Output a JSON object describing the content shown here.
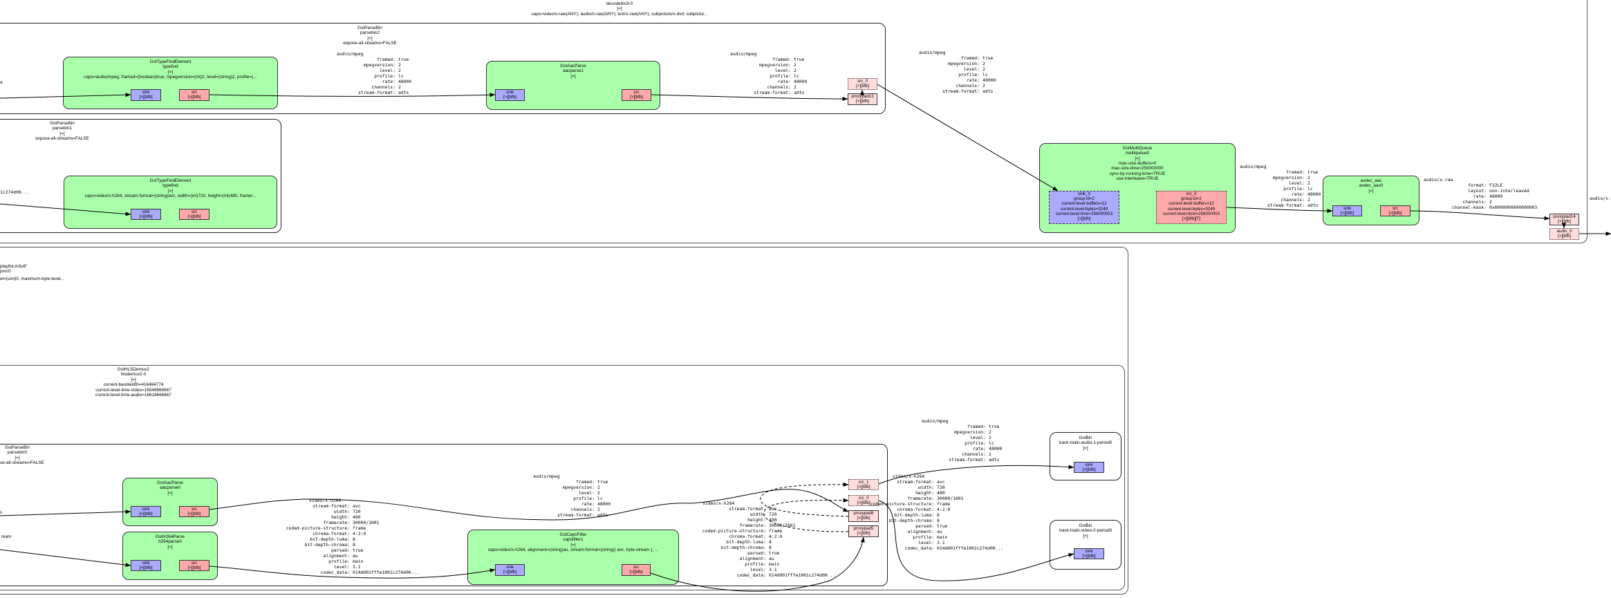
{
  "graph": {
    "title": [
      "decodebin3-0",
      "[=]",
      "caps=video/x-raw(ANY); audio/x-raw(ANY); text/x-raw(ANY); subpicture/x-dvd; subpictur..."
    ]
  },
  "colors": {
    "element_fill": "#aaffaa",
    "sink_pad": "#aaaaff",
    "src_pad": "#ffaaaa",
    "proxy_pad": "#ffdddd"
  },
  "clusters": {
    "parsebin2": [
      "GstParseBin",
      "parsebin2",
      "[=]",
      "expose-all-streams=FALSE"
    ],
    "parsebin1": [
      "GstParseBin",
      "parsebin1",
      "[=]",
      "expose-all-streams=FALSE"
    ],
    "souphttpsrc": [
      "playlist.m3u8\"",
      "psrc0",
      "",
      "el=(uint)0, maximum-byte-level..."
    ],
    "hlsdemux": [
      "GstHLSDemux2",
      "hlsdemux2-0",
      "[=]",
      "current-bandwidth=416464774",
      "current-level-time-video=16549866667",
      "current-level-time-audio=16618666667"
    ],
    "parsebin0": [
      "GstParseBin",
      "parsebin0",
      "[=]",
      "expose-all-streams=FALSE"
    ],
    "track_audio": [
      "GstBin",
      "track-main-audio-1-period0",
      "[=]"
    ],
    "track_video": [
      "GstBin",
      "track-main-video-0-period0",
      "[=]"
    ]
  },
  "elements": {
    "typefind_audio": [
      "GstTypeFindElement",
      "typefind",
      "[=]",
      "caps=audio/mpeg, framed=(boolean)true, mpegversion=(int)2, level=(string)2, profile=(..."
    ],
    "aacparse1": [
      "GstAacParse",
      "aacparse1",
      "[=]"
    ],
    "typefind_video": [
      "GstTypeFindElement",
      "typefind",
      "[=]",
      "caps=video/x-h264, stream-format=(string)avc, width=(int)720, height=(int)480, framer..."
    ],
    "multiqueue0": [
      "GstMultiQueue",
      "multiqueue0",
      "[=]",
      "max-size-buffers=0",
      "max-size-time=250000000",
      "sync-by-running-time=TRUE",
      "use-interleave=TRUE"
    ],
    "avdec_aac0": [
      "avdec_aac",
      "avdec_aac0",
      "[=]"
    ],
    "aacparse0": [
      "GstAacParse",
      "aacparse0",
      "[=]"
    ],
    "h264parse0": [
      "GstH264Parse",
      "h264parse0",
      "[=]"
    ],
    "capsfilter1": [
      "GstCapsFilter",
      "capsfilter1",
      "[=]",
      "caps=video/x-h264, alignment=(string)au, stream-format=(string){ avc, byte-stream }, ..."
    ]
  },
  "pads": {
    "tfa_sink": [
      "sink",
      "[>][bfb]"
    ],
    "tfa_src": [
      "src",
      "[>][bfb]"
    ],
    "aac1_sink": [
      "sink",
      "[>][bfb]"
    ],
    "aac1_src": [
      "src",
      "[>][bfb]"
    ],
    "pb2_src0": [
      "src_0",
      "[>][bfb]"
    ],
    "proxypad13": [
      "proxypad13",
      "[>][bfb]"
    ],
    "tfv_sink": [
      "sink",
      "[>][bfb]"
    ],
    "tfv_src": [
      "src",
      "[>][bfb]"
    ],
    "mq_sink0": [
      "sink_0",
      "group-id=2",
      "current-level-buffers=12",
      "current-level-bytes=3249",
      "current-level-time=256000003",
      "[>][bfb]"
    ],
    "mq_src0": [
      "src_0",
      "group-id=2",
      "current-level-buffers=12",
      "current-level-bytes=3249",
      "current-level-time=256000003",
      "[>][bfb][T]"
    ],
    "avdec_sink": [
      "sink",
      "[>][bfb]"
    ],
    "avdec_src": [
      "src",
      "[>][bfb]"
    ],
    "proxypad14": [
      "proxypad14",
      "[>][bfb]"
    ],
    "audio_0": [
      "audio_0",
      "[>][bfb]"
    ],
    "aac0_sink": [
      "sink",
      "[>][bfb]"
    ],
    "aac0_src": [
      "src",
      "[>][bfb]"
    ],
    "h264_sink": [
      "sink",
      "[>][bfb]"
    ],
    "h264_src": [
      "src",
      "[>][bfb]"
    ],
    "cf_sink": [
      "sink",
      "[>][bfb]"
    ],
    "cf_src": [
      "src",
      "[>][bfb]"
    ],
    "pb0_src1": [
      "src_1",
      "[>][bfb]"
    ],
    "pb0_src0": [
      "src_0",
      "[>][bfb]"
    ],
    "proxypad8": [
      "proxypad8",
      "[>][bfb]"
    ],
    "proxypad5": [
      "proxypad5",
      "[>][bfb]"
    ],
    "ta_sink": [
      "sink",
      "[>][bfb]"
    ],
    "tv_sink": [
      "sink",
      "[>][bfb]"
    ]
  },
  "caps": {
    "audio_mpeg": {
      "media": "audio/mpeg",
      "fields": [
        [
          "framed:",
          "true"
        ],
        [
          "mpegversion:",
          "2"
        ],
        [
          "level:",
          "2"
        ],
        [
          "profile:",
          "lc"
        ],
        [
          "rate:",
          "48000"
        ],
        [
          "channels:",
          "2"
        ],
        [
          "stream-format:",
          "adts"
        ]
      ]
    },
    "video_h264": {
      "media": "video/x-h264",
      "fields": [
        [
          "stream-format:",
          "avc"
        ],
        [
          "width:",
          "720"
        ],
        [
          "height:",
          "480"
        ],
        [
          "framerate:",
          "30000/1001"
        ],
        [
          "coded-picture-structure:",
          "frame"
        ],
        [
          "chroma-format:",
          "4:2:0"
        ],
        [
          "bit-depth-luma:",
          "8"
        ],
        [
          "bit-depth-chroma:",
          "8"
        ],
        [
          "parsed:",
          "true"
        ],
        [
          "alignment:",
          "au"
        ],
        [
          "profile:",
          "main"
        ],
        [
          "level:",
          "3.1"
        ],
        [
          "codec_data:",
          "014d001fffe1001c274d00..."
        ]
      ]
    },
    "audio_raw": {
      "media": "audio/x-raw",
      "fields": [
        [
          "format:",
          "F32LE"
        ],
        [
          "layout:",
          "non-interleaved"
        ],
        [
          "rate:",
          "48000"
        ],
        [
          "channels:",
          "2"
        ],
        [
          "channel-mask:",
          "0x0000000000000003"
        ]
      ]
    }
  },
  "fragments": {
    "left_e": "e",
    "left_codec": "1c274d08...",
    "left_s": "s",
    "left_ream": "ream"
  }
}
